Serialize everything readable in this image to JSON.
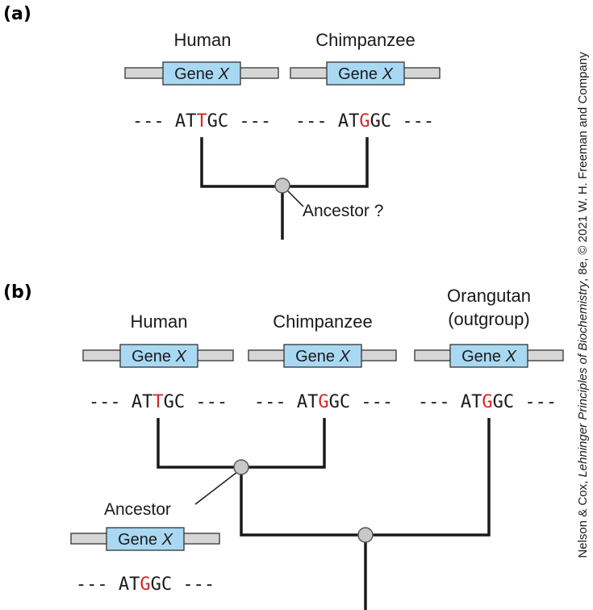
{
  "panels": {
    "a": {
      "label": "(a)",
      "species": [
        {
          "name": "Human",
          "seq": {
            "pre": "--- AT",
            "mut": "T",
            "post": "GC ---"
          }
        },
        {
          "name": "Chimpanzee",
          "seq": {
            "pre": "--- AT",
            "mut": "G",
            "post": "GC ---"
          }
        }
      ],
      "gene_label": "Gene",
      "gene_italic": "X",
      "ancestor_label": "Ancestor ?"
    },
    "b": {
      "label": "(b)",
      "species": [
        {
          "name": "Human",
          "seq": {
            "pre": "--- AT",
            "mut": "T",
            "post": "GC ---"
          }
        },
        {
          "name": "Chimpanzee",
          "seq": {
            "pre": "--- AT",
            "mut": "G",
            "post": "GC ---"
          }
        },
        {
          "name_line1": "Orangutan",
          "name_line2": "(outgroup)",
          "seq": {
            "pre": "--- AT",
            "mut": "G",
            "post": "GC ---"
          }
        }
      ],
      "gene_label": "Gene",
      "gene_italic": "X",
      "ancestor_label": "Ancestor",
      "ancestor_seq": {
        "pre": "--- AT",
        "mut": "G",
        "post": "GC ---"
      }
    }
  },
  "credit": {
    "pre": "Nelson & Cox, ",
    "italic": "Lehninger Principles of Biochemistry",
    "post": ", 8e, © 2021 W. H. Freeman and Company"
  },
  "colors": {
    "mutation": "#d6252b",
    "gene_box": "#a9d8f3",
    "chromosome": "#d6d6d6",
    "node": "#c8c8c8"
  }
}
